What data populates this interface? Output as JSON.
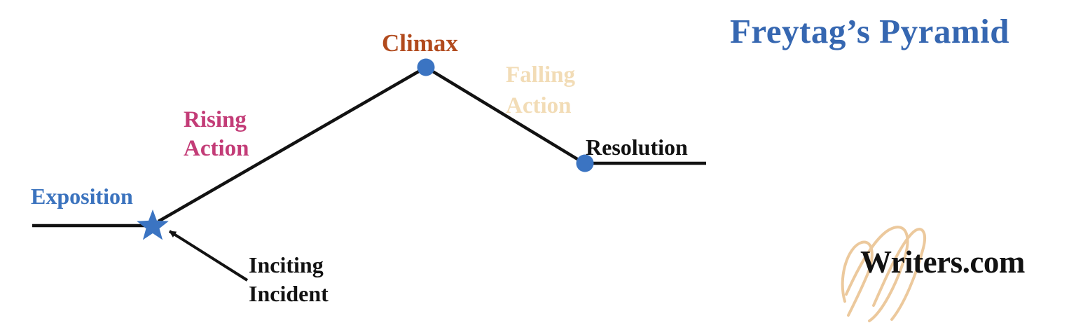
{
  "title": {
    "text": "Freytag’s Pyramid",
    "color": "#3667B1"
  },
  "labels": {
    "exposition": {
      "text": "Exposition",
      "color": "#3B73BE"
    },
    "rising_action": {
      "line1": "Rising",
      "line2": "Action",
      "color": "#C33C77"
    },
    "climax": {
      "text": "Climax",
      "color": "#B14A1D"
    },
    "falling_action": {
      "line1": "Falling",
      "line2": "Action",
      "color": "#F2DCB6"
    },
    "resolution": {
      "text": "Resolution",
      "color": "#121212"
    },
    "inciting_incident": {
      "line1": "Inciting",
      "line2": "Incident",
      "color": "#121212"
    }
  },
  "logo": {
    "text": "Writers.com",
    "color": "#121212",
    "flourish_color": "#ECC99D"
  },
  "colors": {
    "line": "#121212",
    "marker_blue": "#3B74C2",
    "background": "#ffffff"
  }
}
